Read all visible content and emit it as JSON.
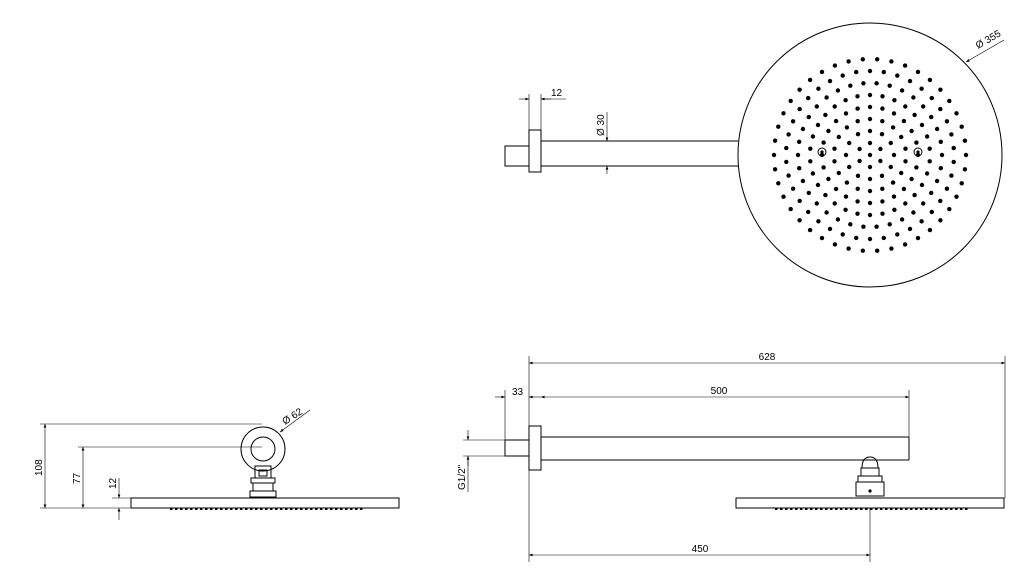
{
  "views": {
    "top": {
      "dim_flange": "12",
      "dim_arm_dia": "Ø 30",
      "dim_head_dia": "Ø 355"
    },
    "side": {
      "dim_total_height": "108",
      "dim_arm_height": "77",
      "dim_head_thickness": "12",
      "dim_arm_section": "Ø 62"
    },
    "front": {
      "dim_total_length": "628",
      "dim_wall_offset": "33",
      "dim_arm_length": "500",
      "dim_thread": "G1/2\"",
      "dim_head_center": "450"
    }
  },
  "colors": {
    "line": "#000000",
    "background": "#ffffff"
  }
}
